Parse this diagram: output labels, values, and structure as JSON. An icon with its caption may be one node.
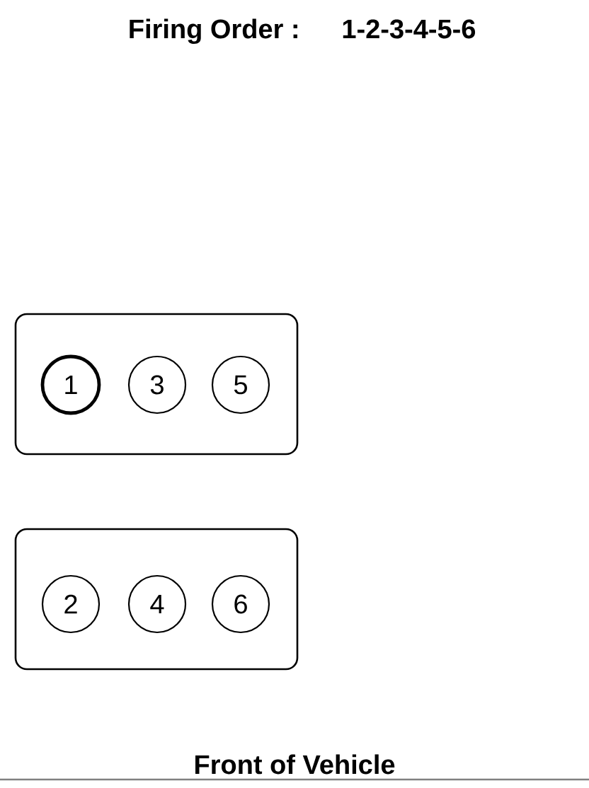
{
  "diagram": {
    "title": "Firing Order :",
    "nodes": [
      {
        "text": [],
        "shape": "box"
      },
      {
        "text": [
          "1"
        ],
        "in": 0
      },
      {
        "text": [
          "3"
        ],
        "in": 0
      },
      {
        "text": [
          "5"
        ],
        "in": 0
      },
      {
        "text": [],
        "shape": "box"
      },
      {
        "text": [
          "2"
        ],
        "in": 4
      },
      {
        "text": [
          "4"
        ],
        "in": 4
      },
      {
        "text": [
          "6"
        ],
        "in": 4
      }
    ],
    "edges": [],
    "labels": [
      "1-2-3-4-5-6",
      "Front of Vehicle"
    ]
  }
}
